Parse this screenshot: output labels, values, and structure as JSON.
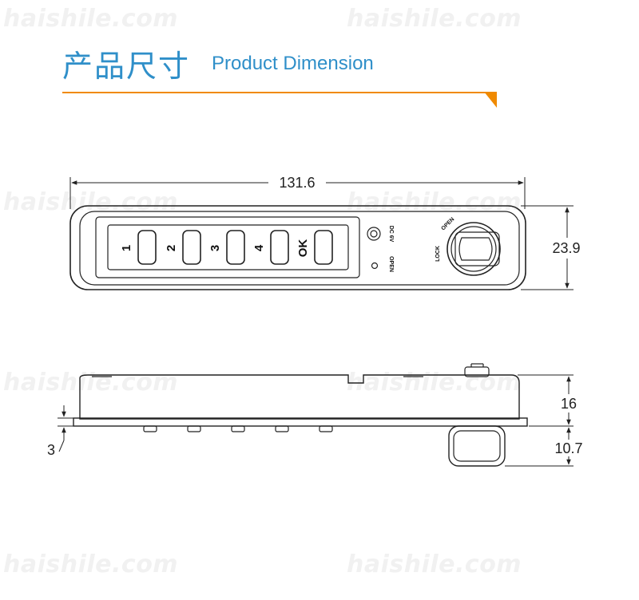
{
  "header": {
    "title_cn": "产品尺寸",
    "title_en": "Product Dimension",
    "accent_color": "#2f8fc9",
    "rule_color": "#f08a00"
  },
  "watermark": {
    "text": "haishile.com"
  },
  "top_view": {
    "keys": [
      "1",
      "2",
      "3",
      "4",
      "OK"
    ],
    "power_label": "DC 6V",
    "open_label": "OPEN",
    "knob_label_lock": "LOCK",
    "knob_label_open": "OPEN",
    "dimensions": {
      "length": "131.6",
      "height": "23.9"
    }
  },
  "side_view": {
    "dimensions": {
      "flange": "3",
      "body_depth": "16",
      "knob_depth": "10.7"
    }
  }
}
